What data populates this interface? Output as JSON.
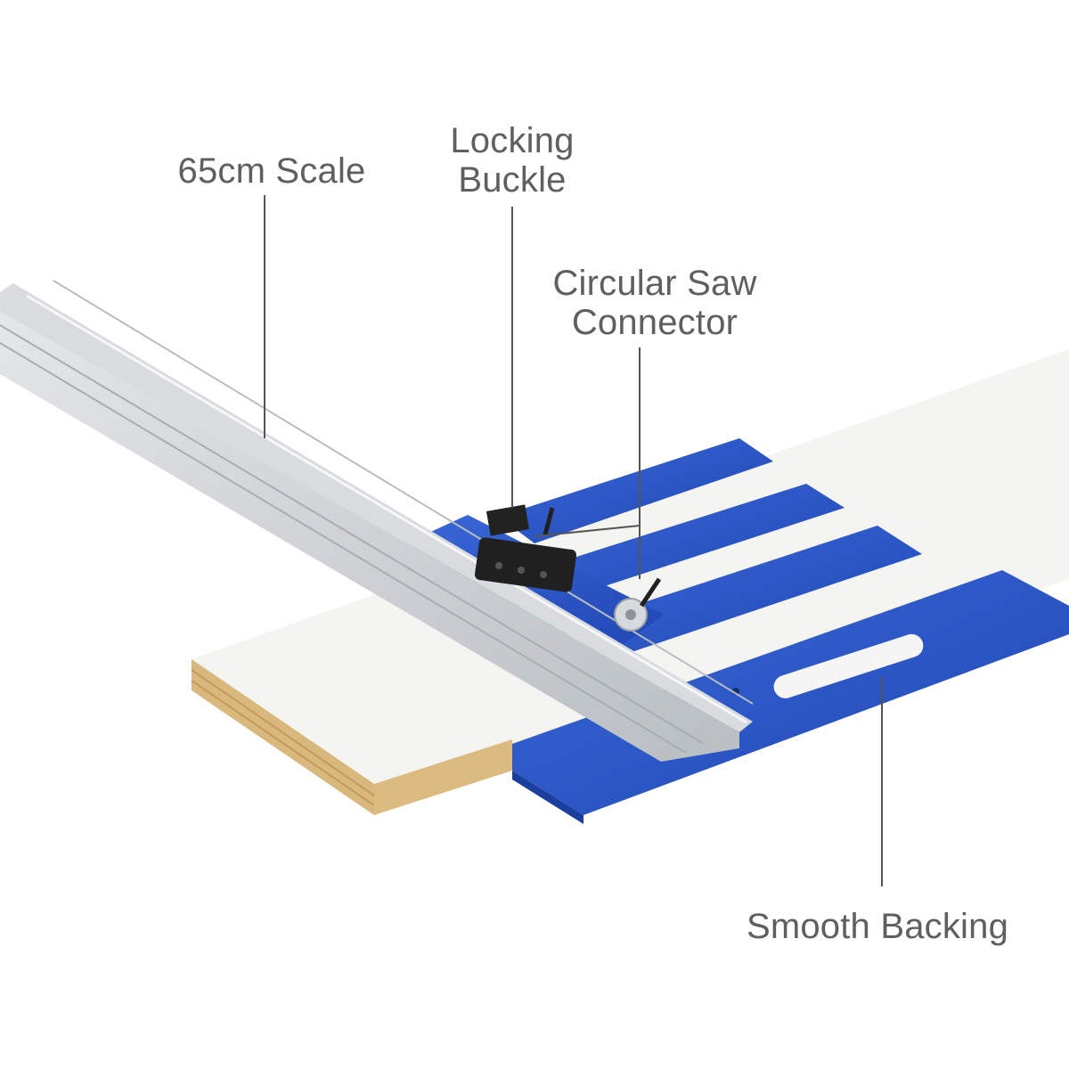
{
  "callouts": {
    "scale": {
      "lines": [
        "65cm Scale"
      ]
    },
    "locking_buckle": {
      "lines": [
        "Locking",
        "Buckle"
      ]
    },
    "saw_connector": {
      "lines": [
        "Circular Saw",
        "Connector"
      ]
    },
    "backing": {
      "lines": [
        "Smooth Backing"
      ]
    }
  },
  "colors": {
    "label_text": "#5f5f5f",
    "leader_line": "#555555",
    "guide_blue": "#2f58c8",
    "aluminum_rail": "#c9cdd1",
    "board_face": "#f3f3ef",
    "plywood_edge": "#d8b67c"
  },
  "icons": {
    "locking_buckle": "locking-buckle-icon",
    "saw_connector": "saw-connector-icon"
  }
}
